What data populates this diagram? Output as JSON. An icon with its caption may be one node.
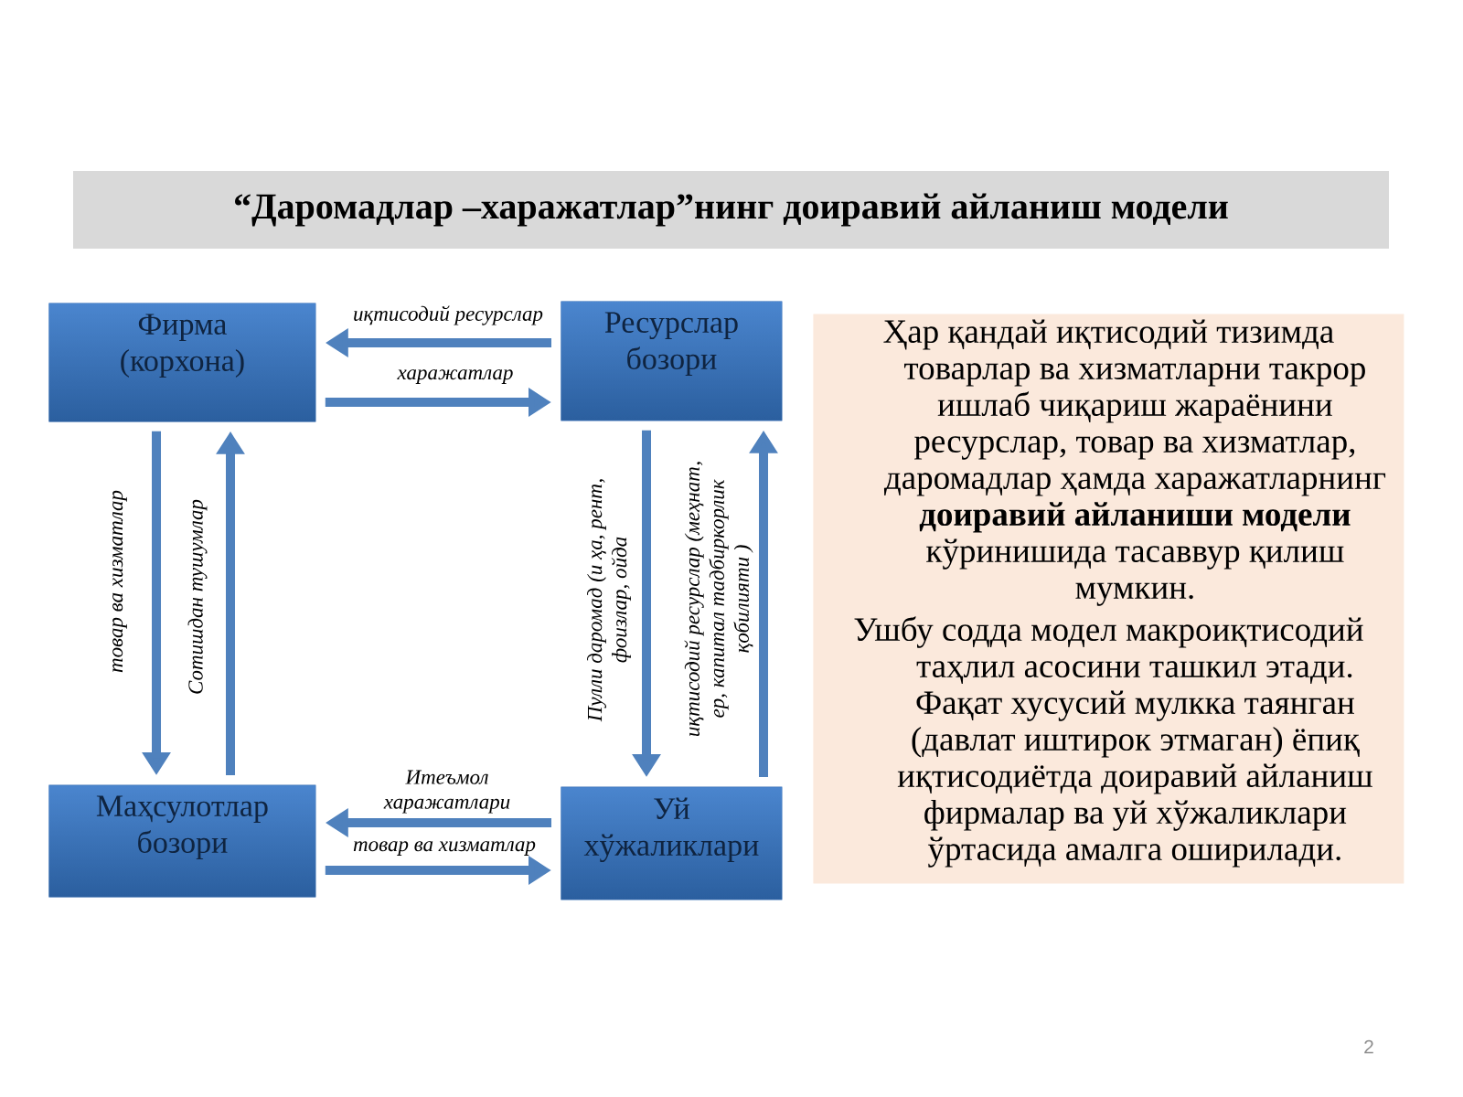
{
  "diagram": {
    "title": "“Даромадлар –харажатлар”нинг доиравий айланиш модели",
    "nodes": [
      {
        "text": [
          "Фирма (корхона)"
        ]
      },
      {
        "text": [
          "Ресурслар бозори"
        ]
      },
      {
        "text": [
          "Маҳсулотлар бозори"
        ]
      },
      {
        "text": [
          "Уй хўжаликлари"
        ]
      },
      {
        "text": [
          "Ҳар қандай иқтисодий тизимда товарлар ва хизматларни такрор ишлаб чиқариш жараёнини ресурслар, товар ва хизматлар, даромадлар ҳамда харажатларнинг **доиравий айланиши модели** кўринишида тасаввур қилиш мумкин.",
          "Ушбу содда модел макроиқтисодий таҳлил асосини ташкил этади. Фақат хусусий мулкка таянган (давлат иштирок этмаган) ёпиқ иқтисодиётда доиравий айланиш фирмалар ва уй хўжаликлари ўртасида амалга оширилади."
        ]
      }
    ],
    "edges": [
      {
        "from": 1,
        "to": 0,
        "arrow": "to",
        "label": "иқтисодий ресурслар"
      },
      {
        "from": 0,
        "to": 1,
        "arrow": "to",
        "label": "харажатлар"
      },
      {
        "from": 0,
        "to": 2,
        "arrow": "to",
        "label": "товар ва хизматлар"
      },
      {
        "from": 2,
        "to": 0,
        "arrow": "to",
        "label": "Сотишдан тушумлар"
      },
      {
        "from": 1,
        "to": 3,
        "arrow": "to",
        "label": "Пулли даромад (и ҳа, рент, фоизлар, ойда"
      },
      {
        "from": 3,
        "to": 1,
        "arrow": "to",
        "label": "иқтисодий ресурслар (меҳнат, ер, капитал тадбиркорлик қобилияти )"
      },
      {
        "from": 3,
        "to": 2,
        "arrow": "to",
        "label": "Итеъмол харажатлари"
      },
      {
        "from": 2,
        "to": 3,
        "arrow": "to",
        "label": "товар ва хизматлар"
      }
    ],
    "labels": [
      "2"
    ]
  }
}
